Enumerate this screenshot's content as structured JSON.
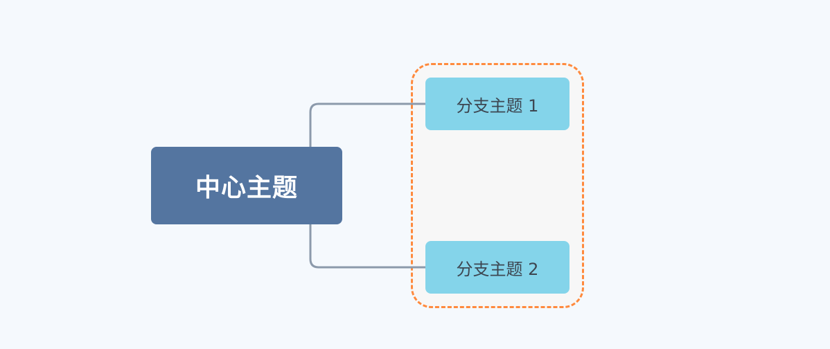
{
  "canvas": {
    "background": "#f5f9fd"
  },
  "central_topic": {
    "label": "中心主题",
    "background": "#5475a0",
    "text_color": "#ffffff"
  },
  "branches": [
    {
      "label": "分支主题 1",
      "background": "#84d4ea",
      "text_color": "#3d4651"
    },
    {
      "label": "分支主题 2",
      "background": "#84d4ea",
      "text_color": "#3d4651"
    }
  ],
  "boundary": {
    "border_color": "#ff8a3d",
    "fill": "#f7f7f7",
    "style": "dashed"
  },
  "connector": {
    "color": "#8c9aab"
  }
}
